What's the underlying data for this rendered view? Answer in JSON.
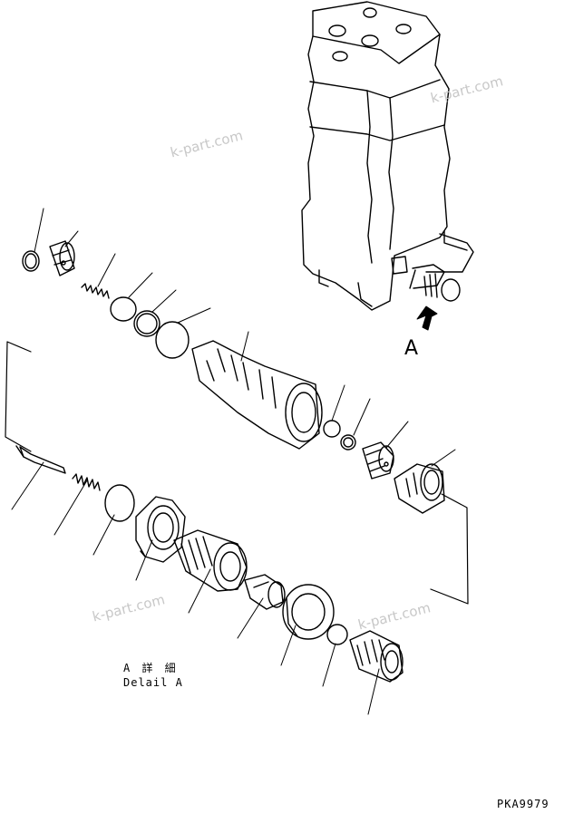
{
  "callout_letter": "A",
  "detail_title_line1": "A 詳 細",
  "detail_title_line2": "Delail A",
  "part_code": "PKA9979",
  "watermark": "k-part.com"
}
